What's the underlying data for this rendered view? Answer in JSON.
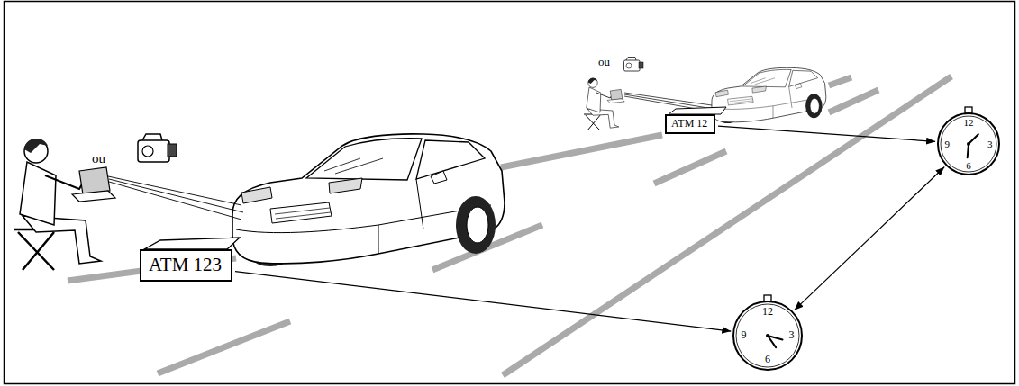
{
  "diagram": {
    "nodes": [
      {
        "text": [
          "ATM 12"
        ]
      },
      {
        "text": [
          "12",
          "3",
          "6",
          "9"
        ]
      },
      {
        "text": [
          "ATM 123"
        ]
      },
      {
        "text": [
          "12",
          "3",
          "6",
          "9"
        ]
      }
    ],
    "edges": [
      {
        "from": 2,
        "to": 3,
        "arrow": "to"
      },
      {
        "from": 0,
        "to": 1,
        "arrow": "to"
      },
      {
        "from": 1,
        "to": 3,
        "arrow": "both"
      }
    ],
    "labels": [
      "ou",
      "ou"
    ]
  }
}
